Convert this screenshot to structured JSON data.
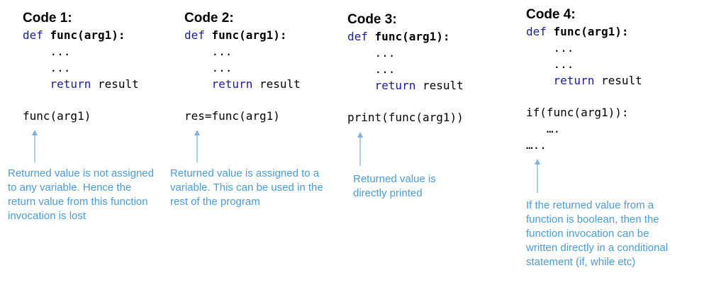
{
  "colors": {
    "keyword": "#1a1aa6",
    "note": "#4a9bd6",
    "arrow": "#7fb3dd"
  },
  "icons": {
    "pointer": "arrow-up-icon"
  },
  "codes": [
    {
      "title": "Code 1:",
      "def_kw": "def",
      "sig": "func(arg1):",
      "dots1": "...",
      "dots2": "...",
      "ret_kw": "return",
      "ret_val": "result",
      "call_lines": [
        "func(arg1)"
      ],
      "note": "Returned value is not assigned to any variable. Hence the return value from this function invocation is lost"
    },
    {
      "title": "Code 2:",
      "def_kw": "def",
      "sig": "func(arg1):",
      "dots1": "...",
      "dots2": "...",
      "ret_kw": "return",
      "ret_val": "result",
      "call_lines": [
        "res=func(arg1)"
      ],
      "note": "Returned value is assigned to a variable. This can be used in the rest of the program"
    },
    {
      "title": "Code 3:",
      "def_kw": "def",
      "sig": "func(arg1):",
      "dots1": "...",
      "dots2": "...",
      "ret_kw": "return",
      "ret_val": "result",
      "call_lines": [
        "print(func(arg1))"
      ],
      "note": "Returned value is directly printed"
    },
    {
      "title": "Code 4:",
      "def_kw": "def",
      "sig": "func(arg1):",
      "dots1": "...",
      "dots2": "...",
      "ret_kw": "return",
      "ret_val": "result",
      "call_lines": [
        "if(func(arg1)):",
        "   ….",
        "….."
      ],
      "note": "If the returned value from a function is boolean, then the function invocation can be written directly in a conditional statement (if, while etc)"
    }
  ]
}
